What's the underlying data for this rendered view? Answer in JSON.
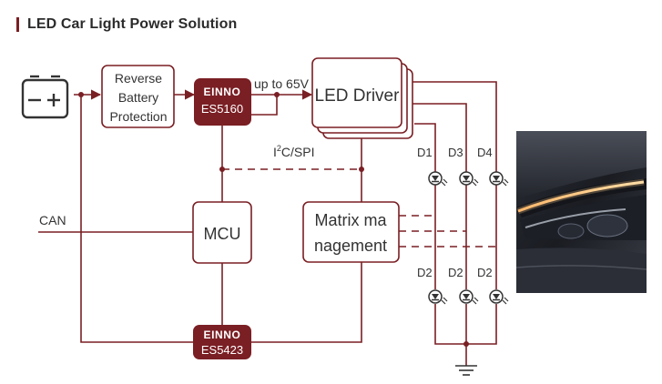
{
  "header": {
    "title": "LED Car Light Power Solution"
  },
  "blocks": {
    "reverse_battery": [
      "Reverse",
      "Battery",
      "Protection"
    ],
    "es5160": {
      "brand": "EINNO",
      "part": "ES5160"
    },
    "es5423": {
      "brand": "EINNO",
      "part": "ES5423"
    },
    "led_driver": "LED Driver",
    "mcu": "MCU",
    "matrix": [
      "Matrix ma",
      "nagement"
    ]
  },
  "labels": {
    "voltage": "up to 65V",
    "bus_i": "I",
    "bus_sup": "2",
    "bus_rest": "C/SPI",
    "can": "CAN"
  },
  "leds": {
    "top": [
      "D1",
      "D3",
      "D4"
    ],
    "bottom": [
      "D2",
      "D2",
      "D2"
    ]
  },
  "colors": {
    "line": "#7a1f24",
    "chip_fill": "#7a1f24",
    "title_bar": "#7a1f24",
    "text": "#333333"
  },
  "icons": {
    "battery": "battery-icon",
    "led": "led-diode-icon",
    "ground": "ground-icon"
  }
}
